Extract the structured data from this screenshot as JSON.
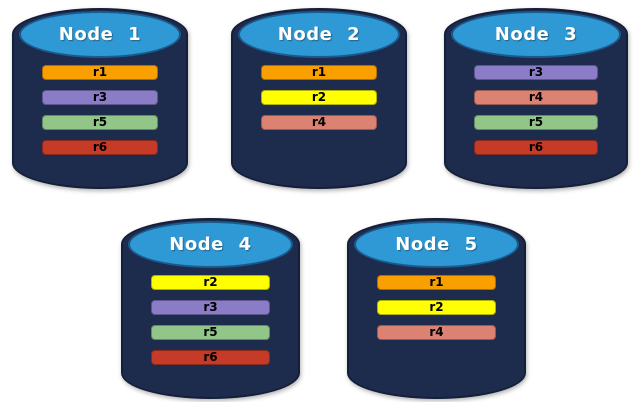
{
  "diagram": {
    "background_color": "#ffffff",
    "cylinder_body_color": "#1D2B4D",
    "cylinder_top_color": "#2E99D5",
    "title_text_color": "#ffffff",
    "replica_label_color": "#000000",
    "nodes": [
      {
        "title": "Node 1",
        "replicas": [
          {
            "label": "r1",
            "color": "#F9A000"
          },
          {
            "label": "r3",
            "color": "#8B7CC8"
          },
          {
            "label": "r5",
            "color": "#92C588"
          },
          {
            "label": "r6",
            "color": "#C53B28"
          }
        ]
      },
      {
        "title": "Node 2",
        "replicas": [
          {
            "label": "r1",
            "color": "#F9A000"
          },
          {
            "label": "r2",
            "color": "#FFFF00"
          },
          {
            "label": "r4",
            "color": "#DC8272"
          }
        ]
      },
      {
        "title": "Node 3",
        "replicas": [
          {
            "label": "r3",
            "color": "#8B7CC8"
          },
          {
            "label": "r4",
            "color": "#DC8272"
          },
          {
            "label": "r5",
            "color": "#92C588"
          },
          {
            "label": "r6",
            "color": "#C53B28"
          }
        ]
      },
      {
        "title": "Node 4",
        "replicas": [
          {
            "label": "r2",
            "color": "#FFFF00"
          },
          {
            "label": "r3",
            "color": "#8B7CC8"
          },
          {
            "label": "r5",
            "color": "#92C588"
          },
          {
            "label": "r6",
            "color": "#C53B28"
          }
        ]
      },
      {
        "title": "Node 5",
        "replicas": [
          {
            "label": "r1",
            "color": "#F9A000"
          },
          {
            "label": "r2",
            "color": "#FFFF00"
          },
          {
            "label": "r4",
            "color": "#DC8272"
          }
        ]
      }
    ]
  }
}
